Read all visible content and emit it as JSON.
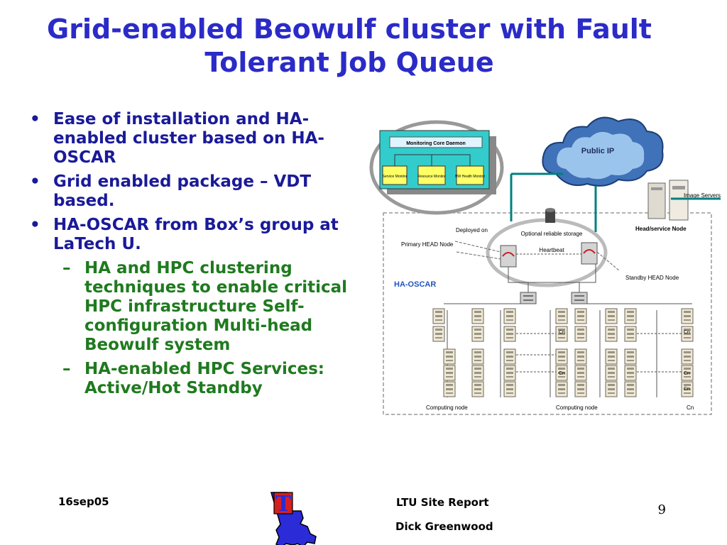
{
  "slide": {
    "title_line1": "Grid-enabled Beowulf cluster with Fault",
    "title_line2": "Tolerant Job Queue",
    "bullets": [
      "Ease of installation and HA-enabled cluster based on HA-OSCAR",
      "Grid enabled package – VDT based.",
      "HA-OSCAR from Box’s group at LaTech U."
    ],
    "subbullets": [
      "HA and HPC clustering techniques to enable critical HPC infrastructure Self-configuration Multi-head Beowulf system",
      "HA-enabled HPC Services: Active/Hot Standby"
    ],
    "bullet_glyph": "•",
    "dash_glyph": "–"
  },
  "diagram": {
    "monitor_title": "Monitoring  Core Daemon",
    "monitor_boxes": [
      "Service Monitor",
      "Resource Monitor",
      "HW Health Monitor"
    ],
    "cloud_label": "Public IP",
    "image_servers": "Image Servers",
    "deployed_on": "Deployed on",
    "storage": "Optional reliable storage",
    "head_service": "Head/service Node",
    "primary_head": "Primary HEAD Node",
    "heartbeat": "Heartbeat",
    "standby_head": "Standby HEAD Node",
    "ha_oscar": "HA-OSCAR",
    "cn": "Cn",
    "computing_node": "Computing node",
    "colors": {
      "teal": "#008080",
      "box_yellow": "#ffff66",
      "monitor_bg": "#33cccc",
      "label_blue": "#2255bb"
    }
  },
  "footer": {
    "date": "16sep05",
    "report": "LTU Site Report",
    "author": "Dick Greenwood",
    "page": "9",
    "logo_letter": "T"
  }
}
